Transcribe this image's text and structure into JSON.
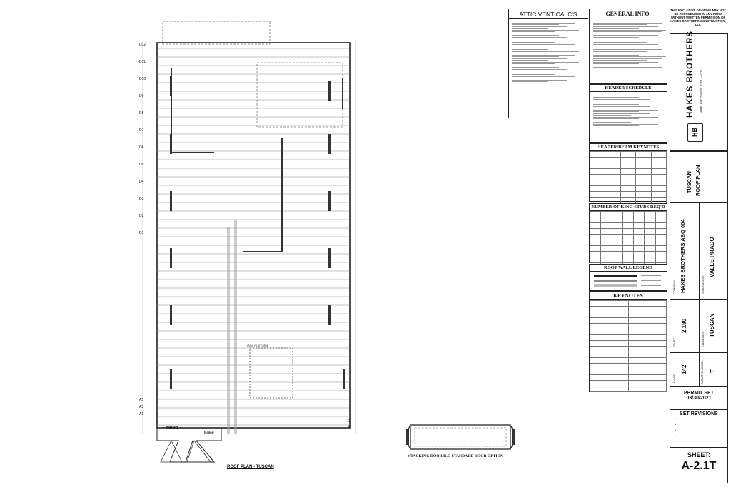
{
  "plan": {
    "label": "ROOF PLAN - TUSCAN",
    "nailed_a": "Nailed",
    "nailed_b": "Nailed",
    "grid_labels": [
      "D12",
      "D11",
      "D10",
      "D9",
      "D8",
      "D7",
      "D6",
      "D5",
      "D4",
      "D3",
      "D2",
      "D1"
    ],
    "side_labels": [
      "A5",
      "A3",
      "A1"
    ],
    "right_labels": [
      "E",
      "E"
    ],
    "platform": "HVAC PLATFORM"
  },
  "door_detail": {
    "label": "STACKING DOOR ILO STANDARD DOOR OPTION"
  },
  "attic": {
    "title": "ATTIC VENT CALC'S"
  },
  "general": {
    "title": "GENERAL INFO."
  },
  "header_schedule": {
    "title": "HEADER SCHEDULE"
  },
  "header_beam": {
    "title": "HEADER/BEAM KEYNOTES"
  },
  "king_studs": {
    "title": "NUMBER OF KING STUDS REQ'D"
  },
  "roof_legend": {
    "title": "ROOF WALL LEGEND"
  },
  "keynotes": {
    "title": "KEYNOTES"
  },
  "title_block": {
    "notice": "THIS EXCLUSIVE DRAWING MAY NOT BE REPRODUCED IN ANY FORM WITHOUT WRITTEN PERMISSION OF HAKES BROTHERS CONSTRUCTION, LLC",
    "brand": "HAKES BROTHERS",
    "tagline": "Own the Home You Love.",
    "logo_mark": "HB",
    "plan_line1": "TUSCAN",
    "plan_line2": "ROOF PLAN",
    "company_label": "COMPANY:",
    "company": "HAKES BROTHERS ABQ 004",
    "subdivision_label": "SUBDIVISION:",
    "subdivision": "VALLE PRADO",
    "sqft_label": "SQ. FT.:",
    "sqft": "2,180",
    "elevation_label": "ELEVATION:",
    "elevation": "TUSCAN",
    "model_label": "MODEL:",
    "model": "142",
    "elev_code_label": "ELEVATION CODE:",
    "elev_code": "T",
    "permit_title": "PERMIT SET",
    "permit_date": "03/30/2021",
    "revisions_title": "SET REVISIONS",
    "sheet_label": "SHEET:",
    "sheet_number": "A-2.1T"
  }
}
